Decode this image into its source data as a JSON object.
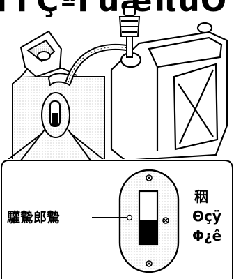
{
  "heading": "ΓΓÇªΓüæπüÖ",
  "callout": {
    "proper_level_label": "驩驇郎驇"
  },
  "gauge": {
    "label": [
      "秵",
      "Θçÿ",
      "Φ¿ê"
    ],
    "fill_fraction": 0.45
  },
  "icons": [
    "fuel-tank-icon",
    "pump-icon",
    "jerry-can-icon",
    "level-gauge-icon"
  ],
  "colors": {
    "line": "#000000",
    "background": "#ffffff",
    "fuel": "#000000"
  }
}
